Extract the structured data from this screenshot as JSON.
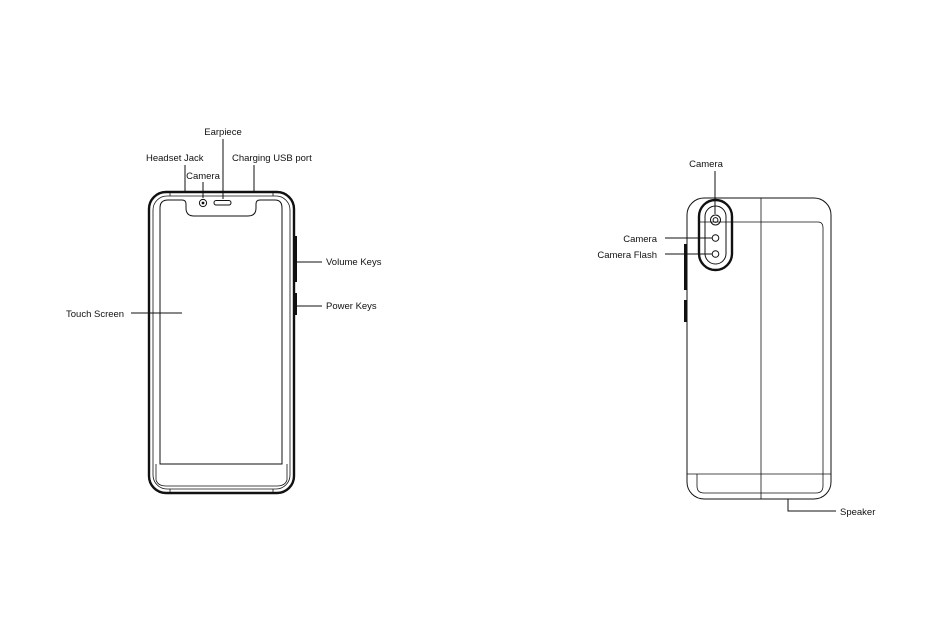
{
  "front_view": {
    "labels": {
      "earpiece": "Earpiece",
      "headset_jack": "Headset Jack",
      "charging_usb_port": "Charging USB port",
      "camera": "Camera",
      "volume_keys": "Volume Keys",
      "power_keys": "Power Keys",
      "touch_screen": "Touch Screen"
    }
  },
  "back_view": {
    "labels": {
      "camera_top": "Camera",
      "camera_middle": "Camera",
      "camera_flash": "Camera Flash",
      "speaker": "Speaker"
    }
  }
}
